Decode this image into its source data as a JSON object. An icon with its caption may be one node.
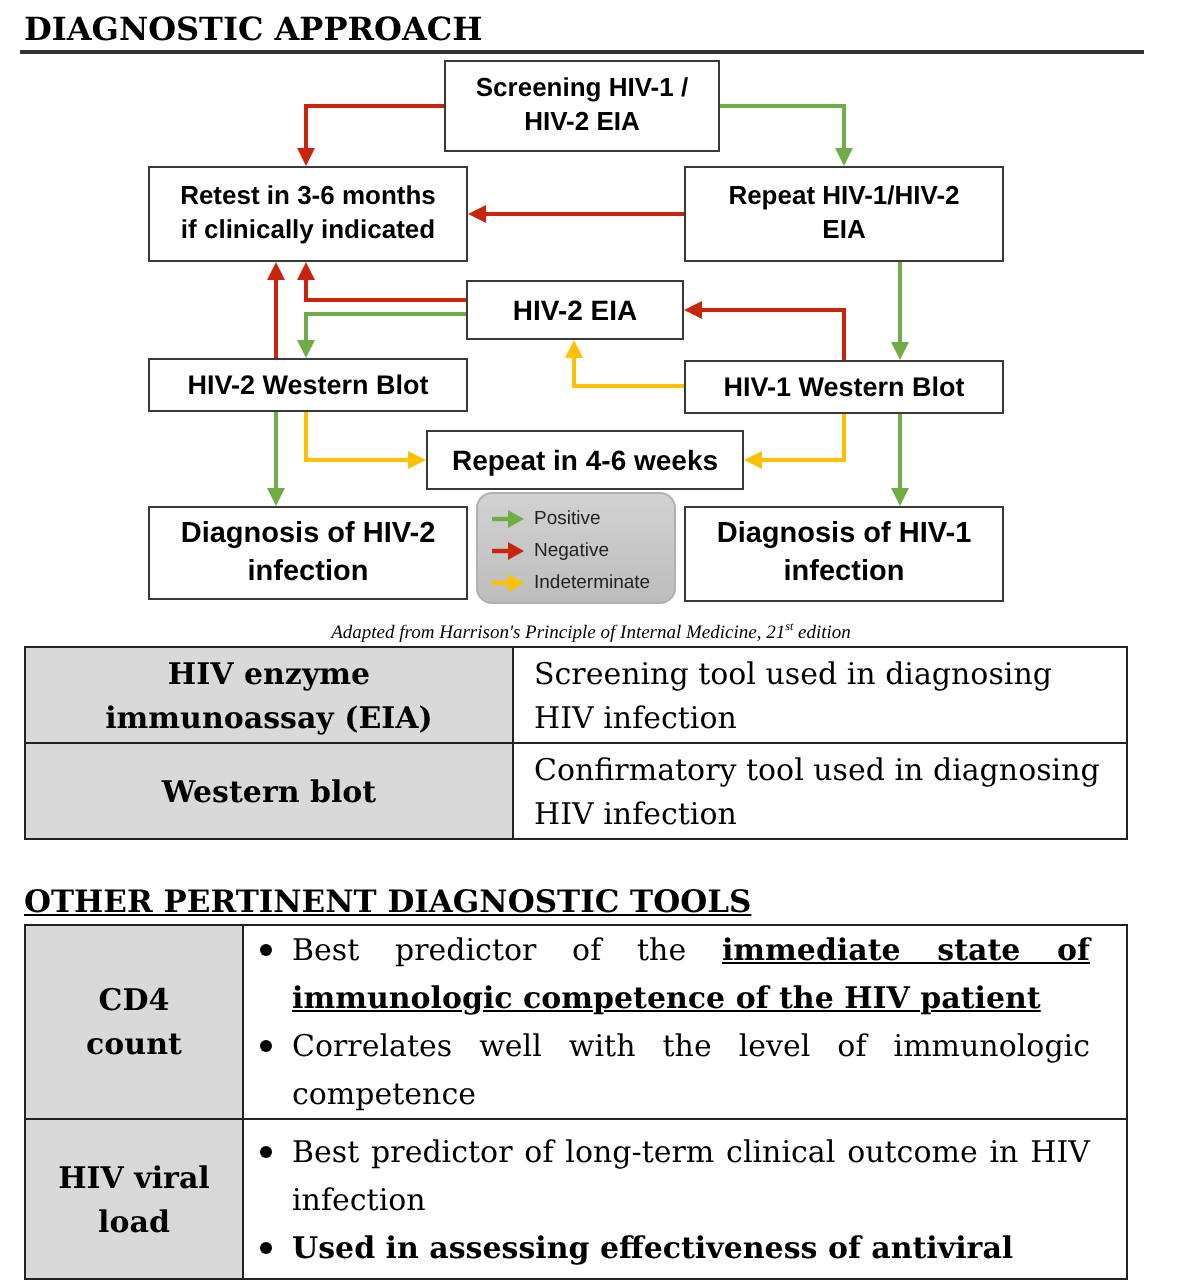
{
  "diagram": {
    "title": "DIAGNOSTIC APPROACH",
    "caption": "Adapted from Harrison's Principle of Internal Medicine, 21$^{st}$ edition",
    "nodes": [
      {
        "text": [
          "Screening HIV-1 / HIV-2 EIA"
        ]
      },
      {
        "text": [
          "Retest in 3-6 months if clinically indicated"
        ]
      },
      {
        "text": [
          "Repeat HIV-1/HIV-2 EIA"
        ]
      },
      {
        "text": [
          "HIV-2 EIA"
        ]
      },
      {
        "text": [
          "HIV-2 Western Blot"
        ]
      },
      {
        "text": [
          "HIV-1 Western Blot"
        ]
      },
      {
        "text": [
          "Repeat in 4-6 weeks"
        ]
      },
      {
        "text": [
          "Diagnosis of HIV-2 infection"
        ]
      },
      {
        "text": [
          "Diagnosis of HIV-1 infection"
        ]
      }
    ],
    "edges": [
      {
        "from": 0,
        "to": 1,
        "arrow": "to",
        "color": "#c8250c"
      },
      {
        "from": 0,
        "to": 2,
        "arrow": "to",
        "color": "#70ad47"
      },
      {
        "from": 2,
        "to": 1,
        "arrow": "to",
        "color": "#c8250c"
      },
      {
        "from": 2,
        "to": 5,
        "arrow": "to",
        "color": "#70ad47"
      },
      {
        "from": 5,
        "to": 3,
        "arrow": "to",
        "color": "#c8250c"
      },
      {
        "from": 5,
        "to": 3,
        "arrow": "to",
        "color": "#ffc000"
      },
      {
        "from": 3,
        "to": 4,
        "arrow": "to",
        "color": "#70ad47"
      },
      {
        "from": 3,
        "to": 1,
        "arrow": "to",
        "color": "#c8250c"
      },
      {
        "from": 4,
        "to": 1,
        "arrow": "to",
        "color": "#c8250c"
      },
      {
        "from": 4,
        "to": 7,
        "arrow": "to",
        "color": "#70ad47"
      },
      {
        "from": 4,
        "to": 6,
        "arrow": "to",
        "color": "#ffc000"
      },
      {
        "from": 5,
        "to": 6,
        "arrow": "to",
        "color": "#ffc000"
      },
      {
        "from": 5,
        "to": 8,
        "arrow": "to",
        "color": "#70ad47"
      }
    ],
    "labels": [
      "HIV enzyme immunoassay (EIA)",
      "Screening tool used in diagnosing HIV infection",
      "Western blot",
      "Confirmatory tool used in diagnosing HIV infection",
      "OTHER PERTINENT DIAGNOSTIC TOOLS",
      "CD4 count",
      "Best predictor of the **immediate state of immunologic competence of the HIV patient**",
      "Correlates well with the level of immunologic competence",
      "HIV viral load",
      "Best predictor of long-term clinical outcome in HIV infection",
      "Used in assessing effectiveness of antiviral"
    ],
    "legend": [
      {
        "text": "Positive",
        "color": "#70ad47"
      },
      {
        "text": "Negative",
        "color": "#c8250c"
      },
      {
        "text": "Indeterminate",
        "color": "#ffc000"
      }
    ]
  }
}
